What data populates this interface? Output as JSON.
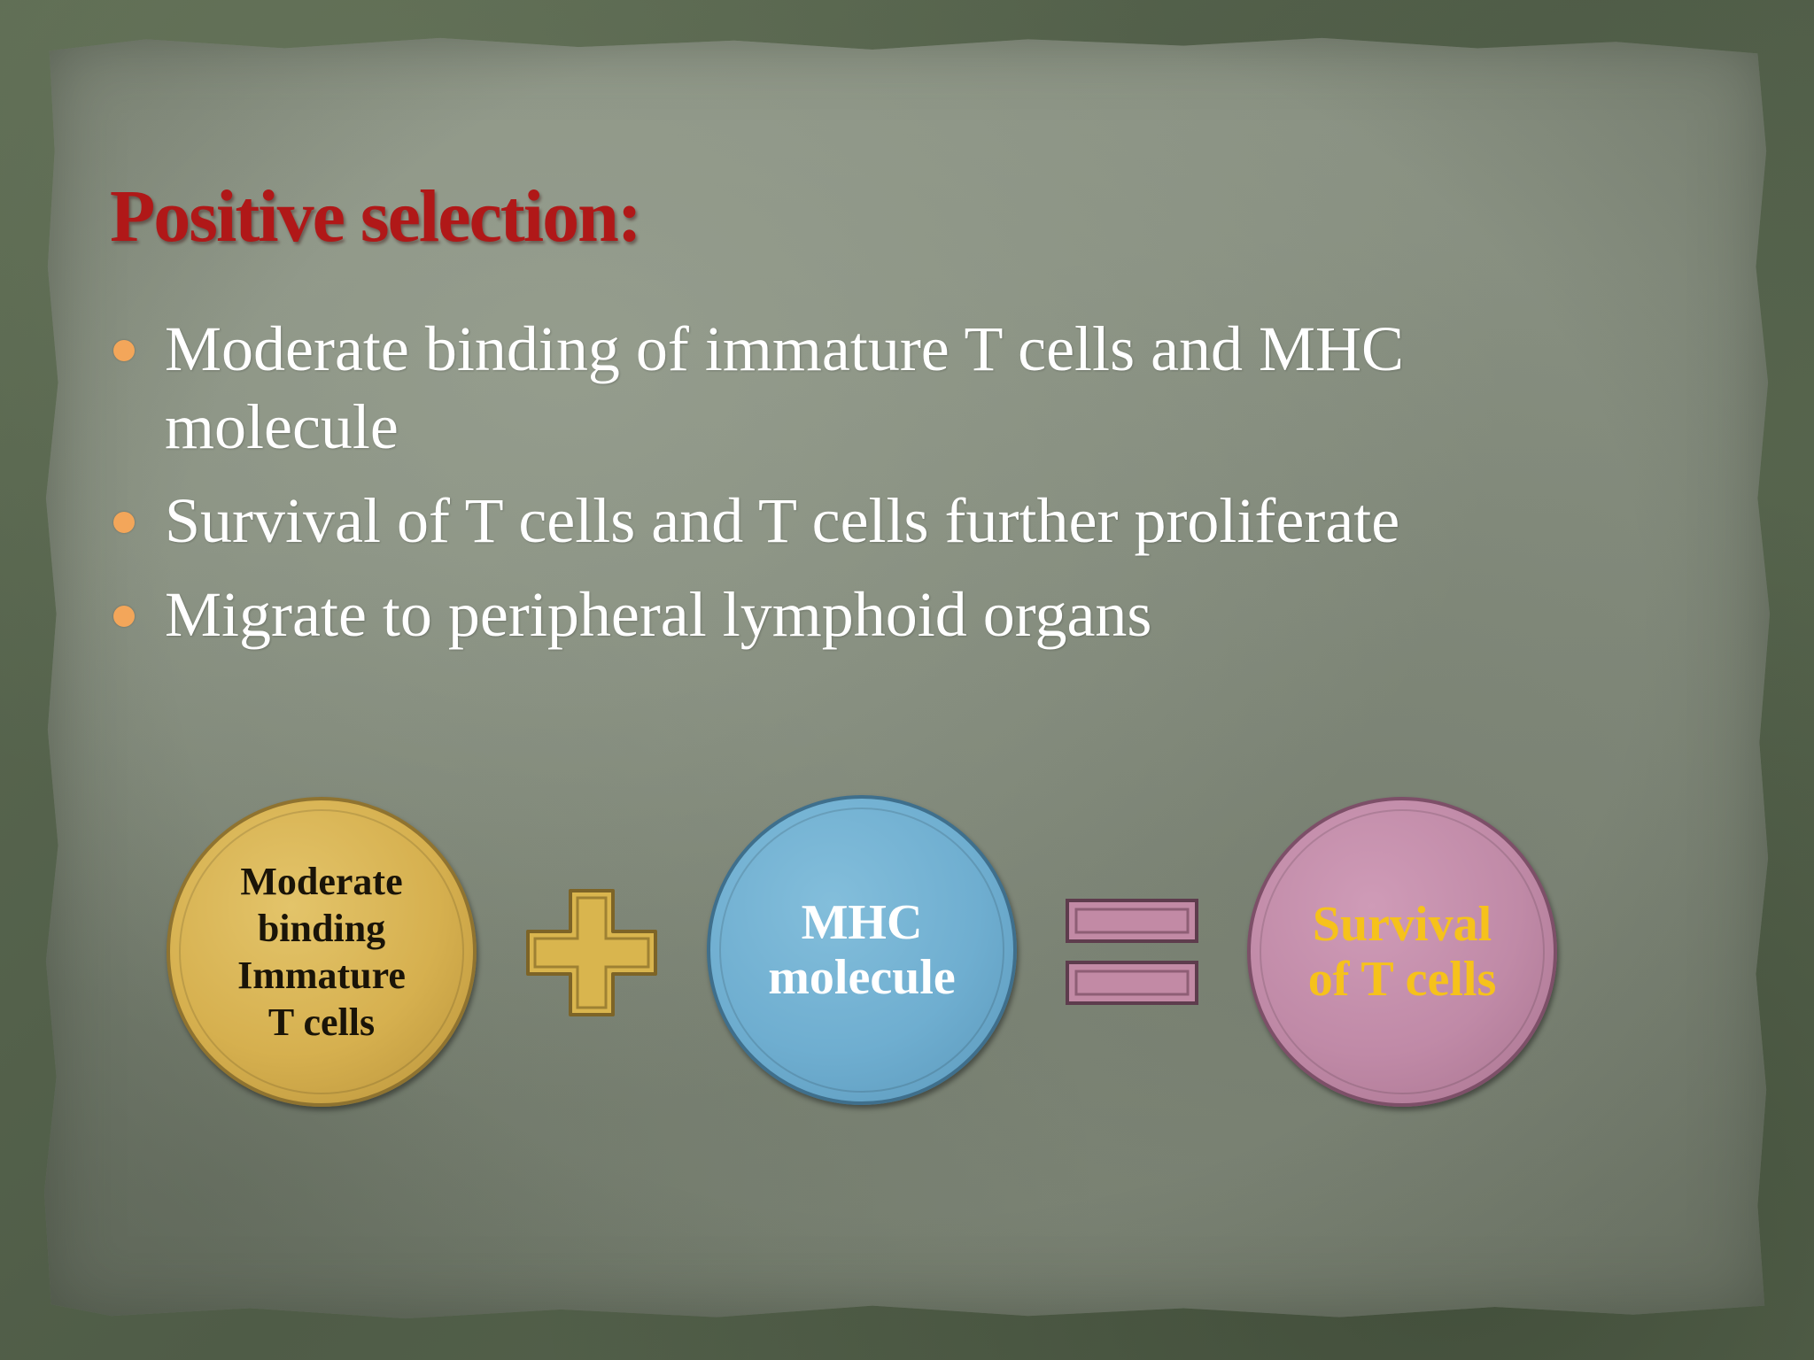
{
  "slide": {
    "title": "Positive selection:",
    "bullets": [
      "Moderate binding of immature T cells and MHC molecule",
      "Survival of T cells and T cells further proliferate",
      "Migrate to peripheral lymphoid organs"
    ]
  },
  "diagram": {
    "circle_left": {
      "label": "Moderate\nbinding\nImmature\nT cells",
      "color": "#d6b04f"
    },
    "operator_plus": "plus-icon",
    "circle_middle": {
      "label": "MHC\nmolecule",
      "color": "#6faed0"
    },
    "operator_equals": "equals-icon",
    "circle_right": {
      "label": "Survival\nof T cells",
      "color": "#c08aa7",
      "text_color": "#f6c21b"
    }
  },
  "colors": {
    "title": "#b01818",
    "bullet_marker": "#f3a65a",
    "body_text": "#ffffff",
    "plus_fill": "#d9b54e",
    "equals_fill": "#c28aa5"
  }
}
